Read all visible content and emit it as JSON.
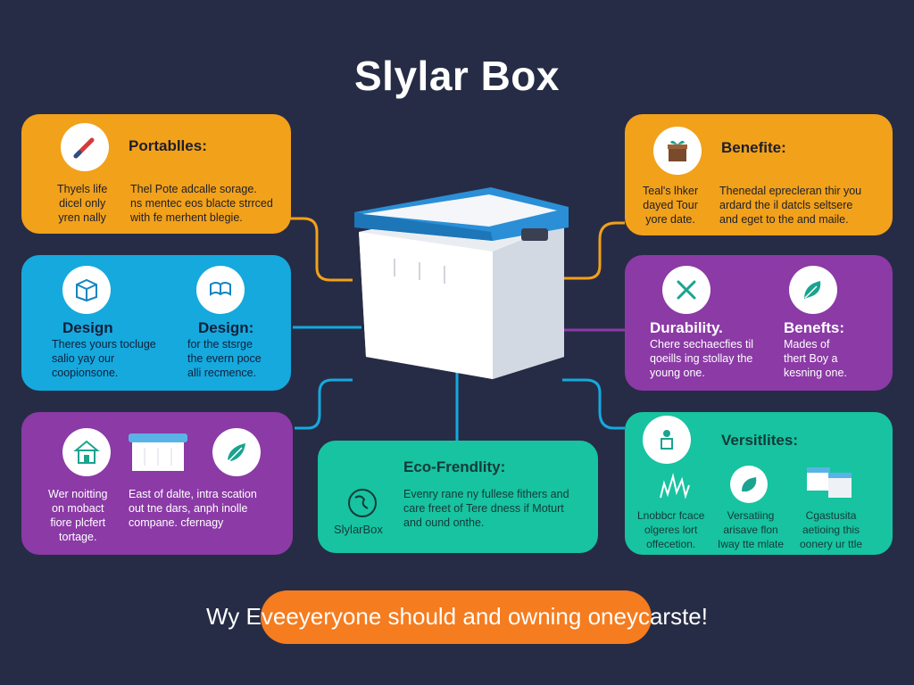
{
  "title": "Slylar Box",
  "colors": {
    "background": "#262c45",
    "orange": "#f2a11a",
    "cyan": "#15a9de",
    "purple": "#8b3aa6",
    "teal": "#17c3a0",
    "accent_pill": "#f57c1f"
  },
  "cards": {
    "portables": {
      "icon": "pen-icon",
      "heading": "Portablles:",
      "left_text": [
        "Thyels life",
        "dicel only",
        "yren nally"
      ],
      "right_text": [
        "Thel Pote adcalle sorage.",
        "ns mentec eos blacte strrced",
        "with fe merhent blegie."
      ]
    },
    "design": {
      "icon_left": "box-icon",
      "icon_right": "book-icon",
      "heading_left": "Design",
      "heading_right": "Design:",
      "left_text": [
        "Theres yours  tocluge",
        "salio yay         our",
        "coopionsone."
      ],
      "right_text": [
        "for the stsrge",
        "the evern poce",
        "alli recmence."
      ]
    },
    "storage": {
      "icon_left": "house-icon",
      "icon_mid": "container-icon",
      "icon_right": "leaf-hand-icon",
      "left_text": [
        "Wer noitting",
        "on mobact",
        "fiore plcfert",
        "tortage."
      ],
      "right_text": [
        "East of dalte, intra scation",
        "out tne dars, anph inolle",
        "compane.     cfernagy"
      ]
    },
    "eco": {
      "icon": "recycle-globe-icon",
      "heading": "Eco-Frendlity:",
      "logo_text": "SlylarBox",
      "text": [
        "Evenry rane ny fullese fithers and",
        "care freet of Tere dness if Moturt",
        "and ound onthe."
      ]
    },
    "benefits": {
      "icon": "gift-box-icon",
      "heading": "Benefite:",
      "left_text": [
        "Teal's lhker",
        "dayed Tour",
        "yore date."
      ],
      "right_text": [
        "Thenedal eprecleran thir you",
        "ardard the il datcls seltsere",
        "and eget to the and maile."
      ]
    },
    "durability": {
      "icon_left": "tools-icon",
      "icon_right": "leaf-icon",
      "heading_left": "Durability.",
      "heading_right": "Benefts:",
      "left_text": [
        "Chere sechaecfies til",
        "qoeills ing stollay the",
        "young one."
      ],
      "right_text": [
        "Mades of",
        "thert Boy a",
        "kesning one."
      ]
    },
    "versatility": {
      "icon_top": "person-box-icon",
      "icon_1": "splash-icon",
      "icon_2": "leaf-circle-icon",
      "icon_3": "storage-boxes-icon",
      "heading": "Versitlites:",
      "col1": [
        "Lnobbcr fcace",
        "olgeres lort",
        "offecetion."
      ],
      "col2": [
        "Versatiing",
        "arisave flon",
        "Iway tte mlate"
      ],
      "col3": [
        "Cgastusita",
        "aetioing this",
        "oonery ur ttle"
      ]
    }
  },
  "tagline": "Wy Eveeyeryone should and owning oneycarste!"
}
